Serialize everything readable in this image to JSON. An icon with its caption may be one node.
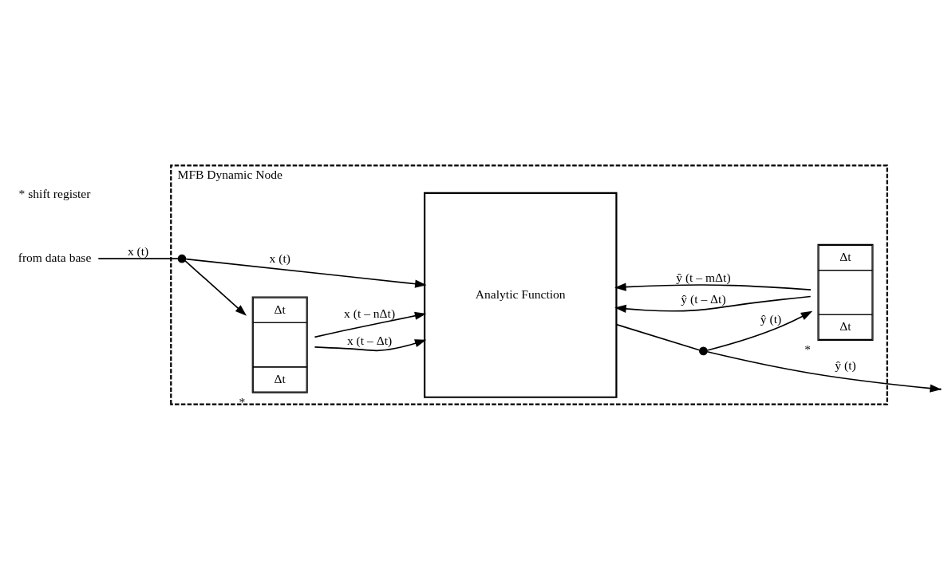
{
  "diagram": {
    "nodes": [
      {
        "text": [
          "MFB Dynamic Node"
        ]
      },
      {
        "text": [
          "from data base"
        ]
      },
      {
        "text": [],
        "shape": "circle",
        "in": 0
      },
      {
        "text": [
          "Δt",
          "Δt"
        ],
        "beside": [
          "*"
        ],
        "in": 0
      },
      {
        "text": [
          "Analytic Function"
        ],
        "in": 0
      },
      {
        "text": [],
        "shape": "circle",
        "in": 0
      },
      {
        "text": [
          "Δt",
          "Δt"
        ],
        "beside": [
          "*"
        ],
        "in": 0
      }
    ],
    "edges": [
      {
        "from": 1,
        "to": 2,
        "arrow": "none",
        "label": "x (t)"
      },
      {
        "from": 2,
        "to": 4,
        "arrow": "to",
        "label": "x (t)"
      },
      {
        "from": 2,
        "to": 3,
        "arrow": "to"
      },
      {
        "from": 3,
        "to": 4,
        "arrow": "to",
        "label": "x (t – Δt)"
      },
      {
        "from": 3,
        "to": 4,
        "arrow": "to",
        "label": "x (t – nΔt)"
      },
      {
        "from": 4,
        "to": 5,
        "arrow": "none"
      },
      {
        "from": 5,
        "to": null,
        "arrow": "to",
        "label": "ŷ (t)"
      },
      {
        "from": 5,
        "to": 6,
        "arrow": "to",
        "label": "ŷ (t)"
      },
      {
        "from": 6,
        "to": 4,
        "arrow": "to",
        "label": "ŷ (t – Δt)"
      },
      {
        "from": 6,
        "to": 4,
        "arrow": "to",
        "label": "ŷ (t – mΔt)"
      }
    ],
    "labels": [
      "* shift register"
    ]
  }
}
